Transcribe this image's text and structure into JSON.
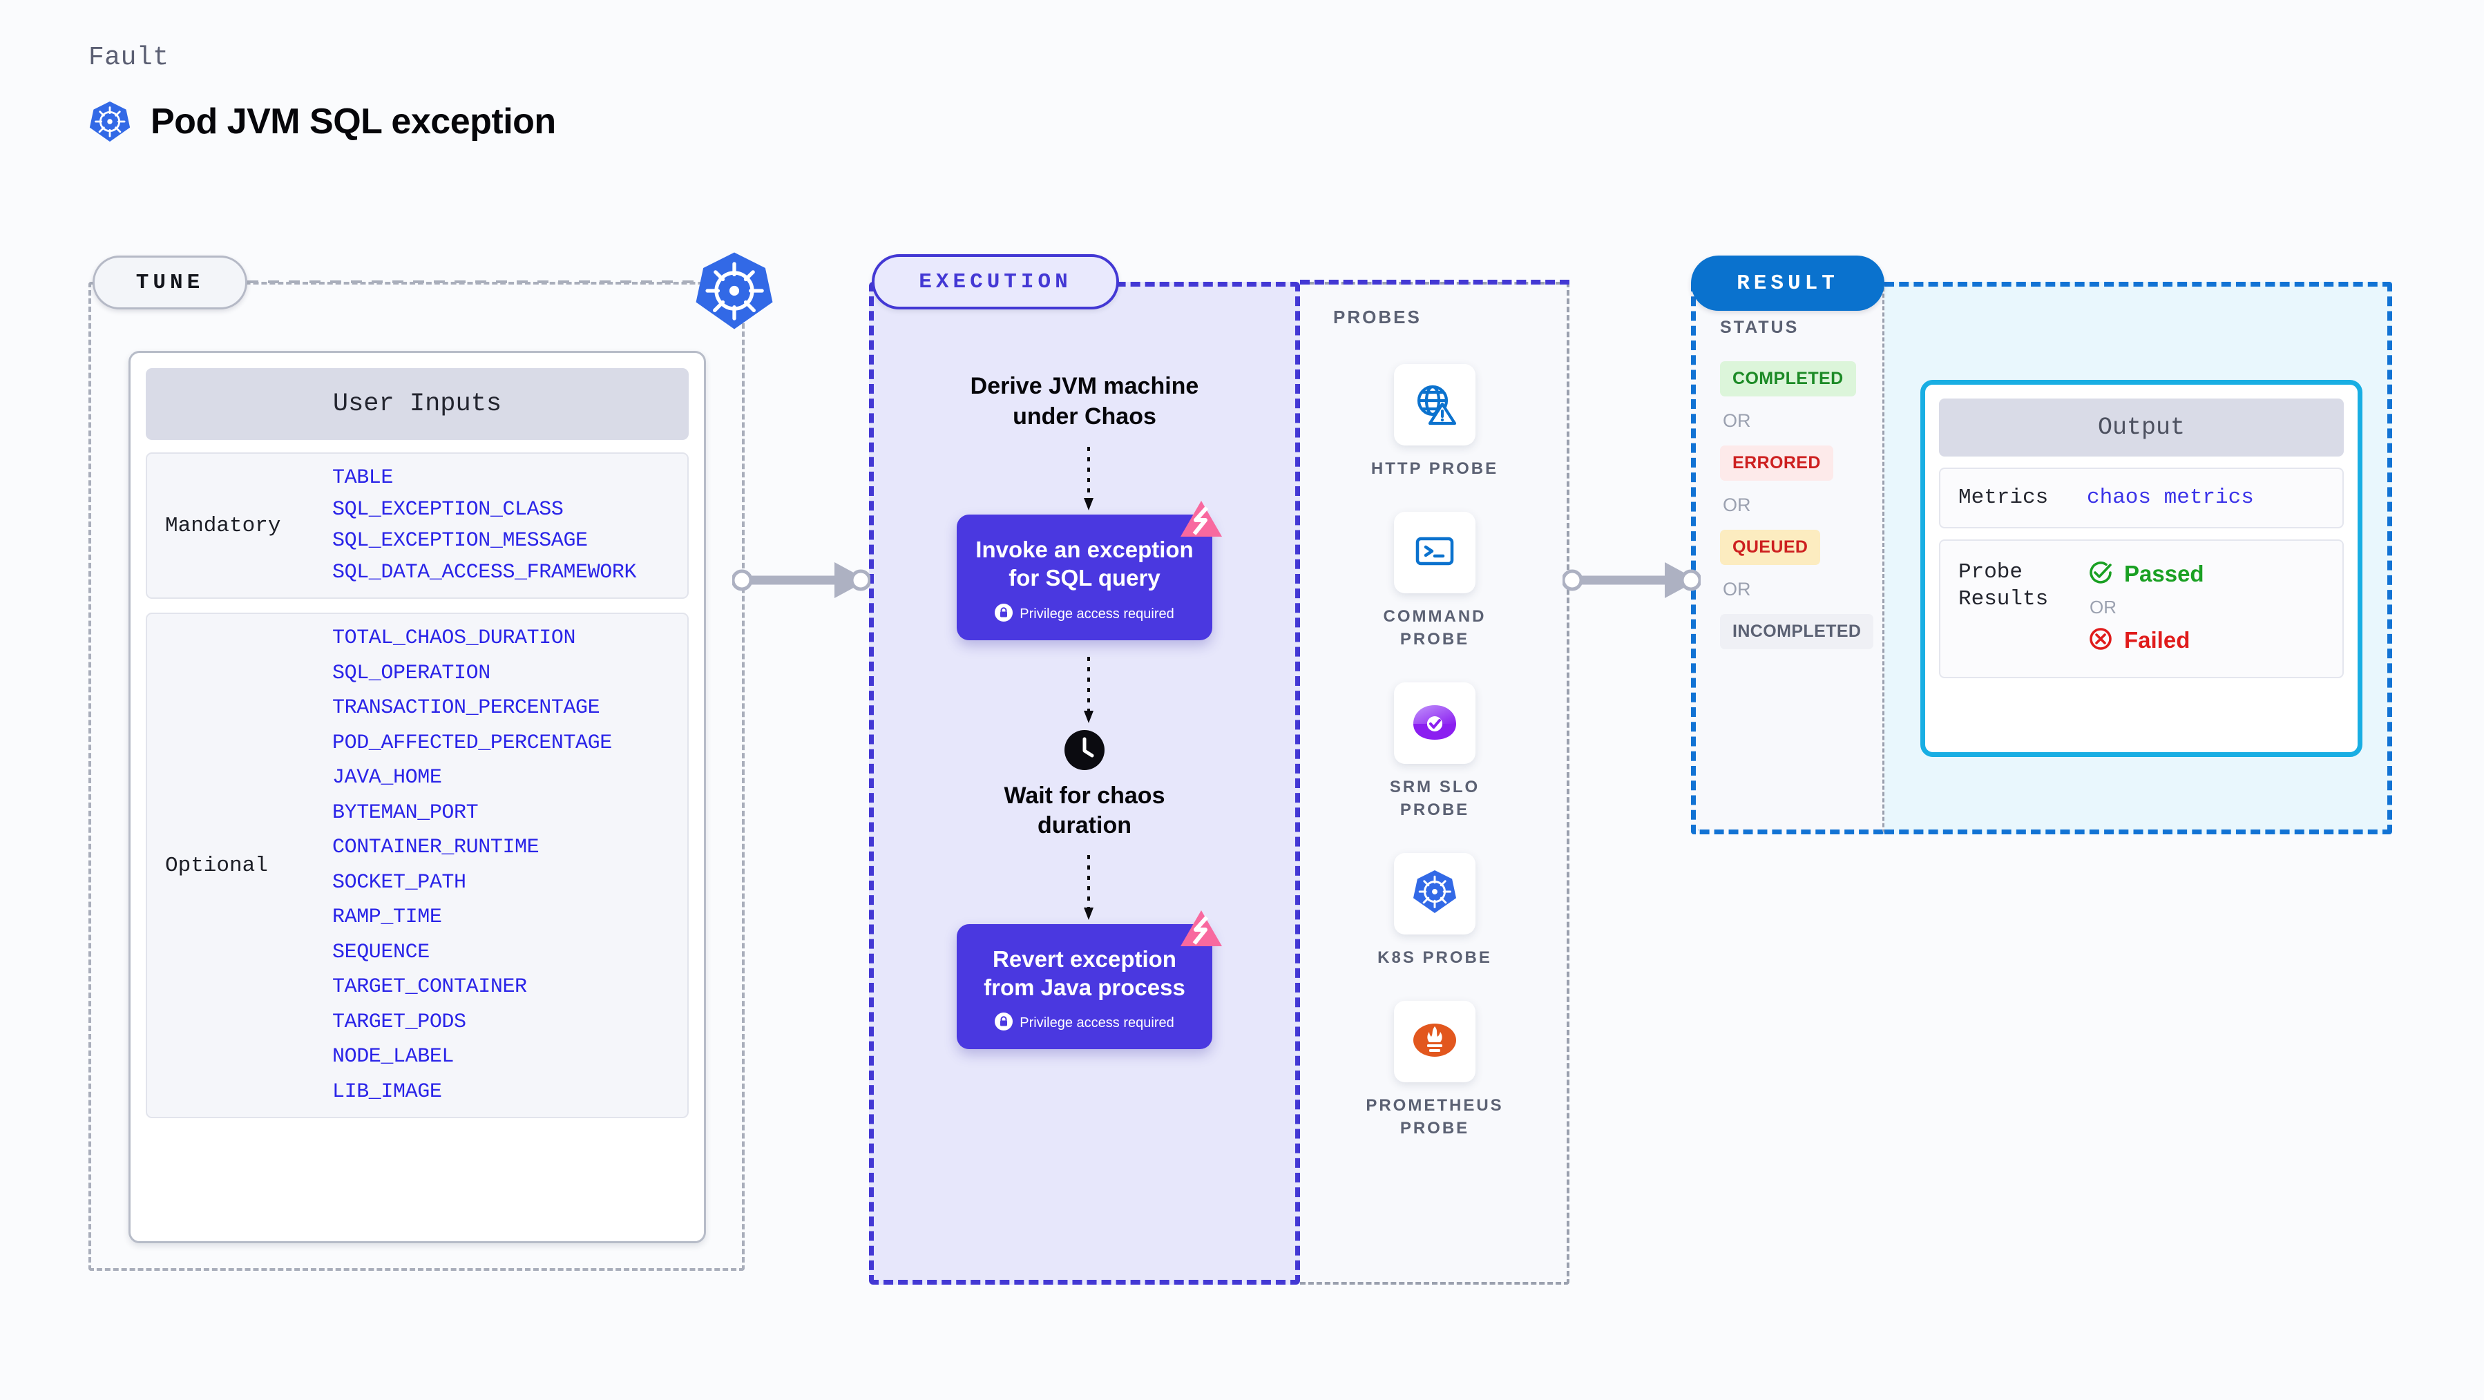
{
  "header": {
    "kicker": "Fault",
    "title": "Pod JVM SQL exception",
    "icon": "kubernetes-icon"
  },
  "colors": {
    "accent_indigo": "#4a38e0",
    "accent_blue": "#1273d4",
    "accent_cyan": "#19aee3",
    "param_text": "#2a24e8",
    "pink_mark": "#f8699f",
    "k8s_blue": "#3269e6",
    "status_completed": "#1c8a26",
    "status_errored": "#cd1f1f",
    "status_queued": "#cd1f1f",
    "status_incompleted": "#5b6173",
    "passed_green": "#1aa023",
    "failed_red": "#e01b1b"
  },
  "tune": {
    "pill_label": "TUNE",
    "card_header": "User Inputs",
    "groups": [
      {
        "label": "Mandatory",
        "params": [
          "TABLE",
          "SQL_EXCEPTION_CLASS",
          "SQL_EXCEPTION_MESSAGE",
          "SQL_DATA_ACCESS_FRAMEWORK"
        ]
      },
      {
        "label": "Optional",
        "params": [
          "TOTAL_CHAOS_DURATION",
          "SQL_OPERATION",
          "TRANSACTION_PERCENTAGE",
          "POD_AFFECTED_PERCENTAGE",
          "JAVA_HOME",
          "BYTEMAN_PORT",
          "CONTAINER_RUNTIME",
          "SOCKET_PATH",
          "RAMP_TIME",
          "SEQUENCE",
          "TARGET_CONTAINER",
          "TARGET_PODS",
          "NODE_LABEL",
          "LIB_IMAGE"
        ]
      }
    ]
  },
  "execution": {
    "pill_label": "EXECUTION",
    "step_heading": "Derive JVM machine under Chaos",
    "step_heading_lines": [
      "Derive JVM machine",
      "under Chaos"
    ],
    "box_1": {
      "title_lines": [
        "Invoke an exception",
        "for SQL query"
      ],
      "badge": "Privilege access required",
      "badge_icon": "lock-icon",
      "mark_icon": "litmus-logo-icon"
    },
    "wait_step": {
      "icon": "clock-icon",
      "title_lines": [
        "Wait for chaos",
        "duration"
      ]
    },
    "box_2": {
      "title_lines": [
        "Revert exception",
        "from Java process"
      ],
      "badge": "Privilege access required",
      "badge_icon": "lock-icon",
      "mark_icon": "litmus-logo-icon"
    }
  },
  "probes": {
    "label": "PROBES",
    "items": [
      {
        "name_lines": [
          "HTTP PROBE"
        ],
        "icon": "globe-warning-icon"
      },
      {
        "name_lines": [
          "COMMAND",
          "PROBE"
        ],
        "icon": "terminal-icon"
      },
      {
        "name_lines": [
          "SRM SLO",
          "PROBE"
        ],
        "icon": "srm-slo-icon"
      },
      {
        "name_lines": [
          "K8S PROBE"
        ],
        "icon": "kubernetes-icon"
      },
      {
        "name_lines": [
          "PROMETHEUS",
          "PROBE"
        ],
        "icon": "prometheus-icon"
      }
    ]
  },
  "result": {
    "pill_label": "RESULT",
    "status_label": "STATUS",
    "or_label": "OR",
    "statuses": [
      {
        "label": "COMPLETED",
        "bg": "#dcf5da",
        "fg": "#1c8a26"
      },
      {
        "label": "ERRORED",
        "bg": "#fdeaea",
        "fg": "#cd1f1f"
      },
      {
        "label": "QUEUED",
        "bg": "#fcecc0",
        "fg": "#cd1f1f"
      },
      {
        "label": "INCOMPLETED",
        "bg": "#eff0f5",
        "fg": "#5b6173"
      }
    ]
  },
  "output": {
    "header": "Output",
    "metrics_label": "Metrics",
    "metrics_value": "chaos metrics",
    "probe_results_label_lines": [
      "Probe",
      "Results"
    ],
    "passed_label": "Passed",
    "failed_label": "Failed",
    "or_label": "OR",
    "passed_icon": "check-circle-icon",
    "failed_icon": "x-circle-icon"
  },
  "connectors": {
    "arrow_icon": "right-arrow-connector"
  }
}
